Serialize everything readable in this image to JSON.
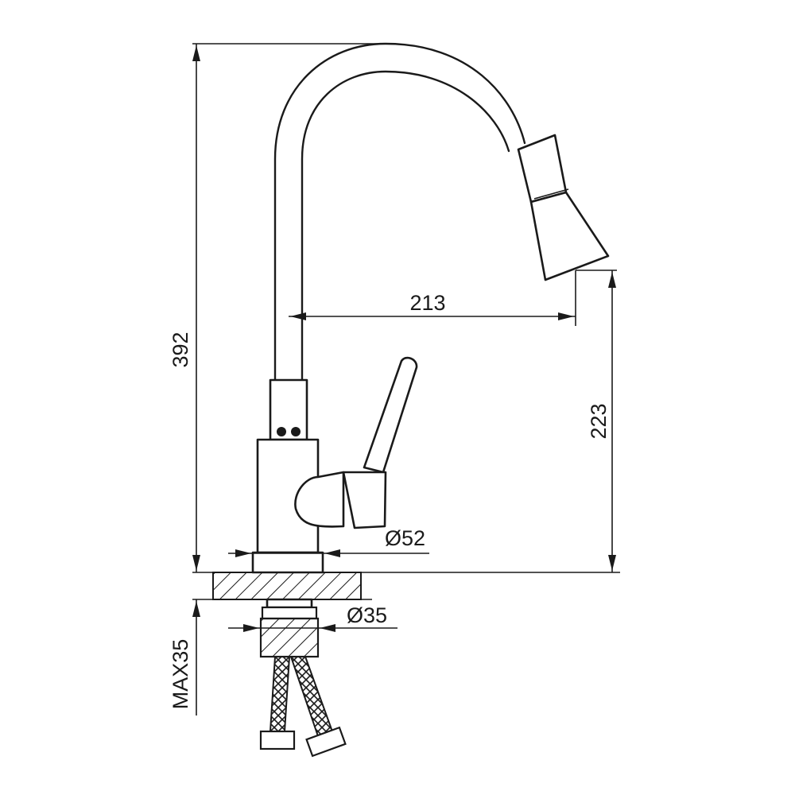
{
  "dimensions": {
    "total_height": "392",
    "spout_reach": "213",
    "spout_height": "223",
    "base_diameter": "Ø52",
    "shank_diameter": "Ø35",
    "max_countertop": "MAX35"
  },
  "colors": {
    "line": "#1a1a1a",
    "background": "#ffffff"
  }
}
